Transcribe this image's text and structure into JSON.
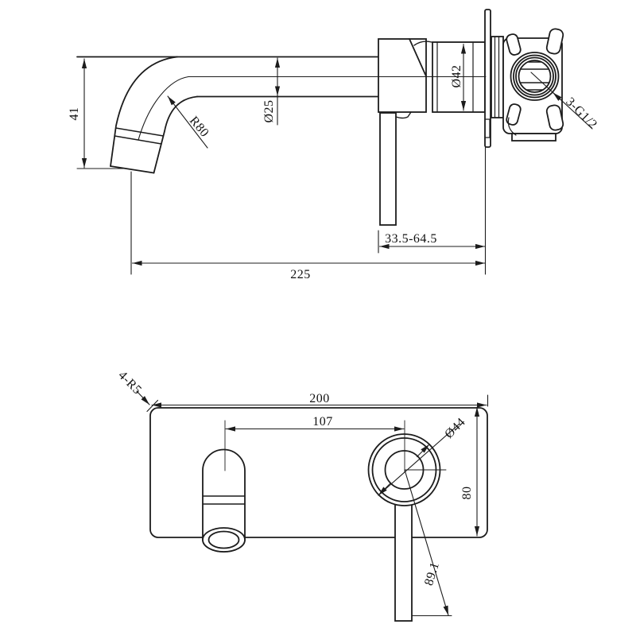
{
  "page": {
    "background_color": "#ffffff",
    "line_color": "#1c1c1c"
  },
  "views": {
    "side_view": {
      "description": "wall-mounted basin mixer side profile",
      "dimensions": {
        "spout_drop": "41",
        "spout_bend_radius": "R80",
        "spout_tube_diameter": "Ø25",
        "trim_sleeve_diameter": "Ø42",
        "inlet_thread": "3-G1/2",
        "wall_adjust_range": "33.5-64.5",
        "spout_reach": "225"
      }
    },
    "front_view": {
      "description": "wall plate front face",
      "dimensions": {
        "plate_corner_radius": "4-R5",
        "plate_width": "200",
        "spout_to_handle_distance": "107",
        "handle_base_diameter": "Ø44",
        "plate_height": "80",
        "handle_lever_length": "89.1"
      }
    }
  }
}
